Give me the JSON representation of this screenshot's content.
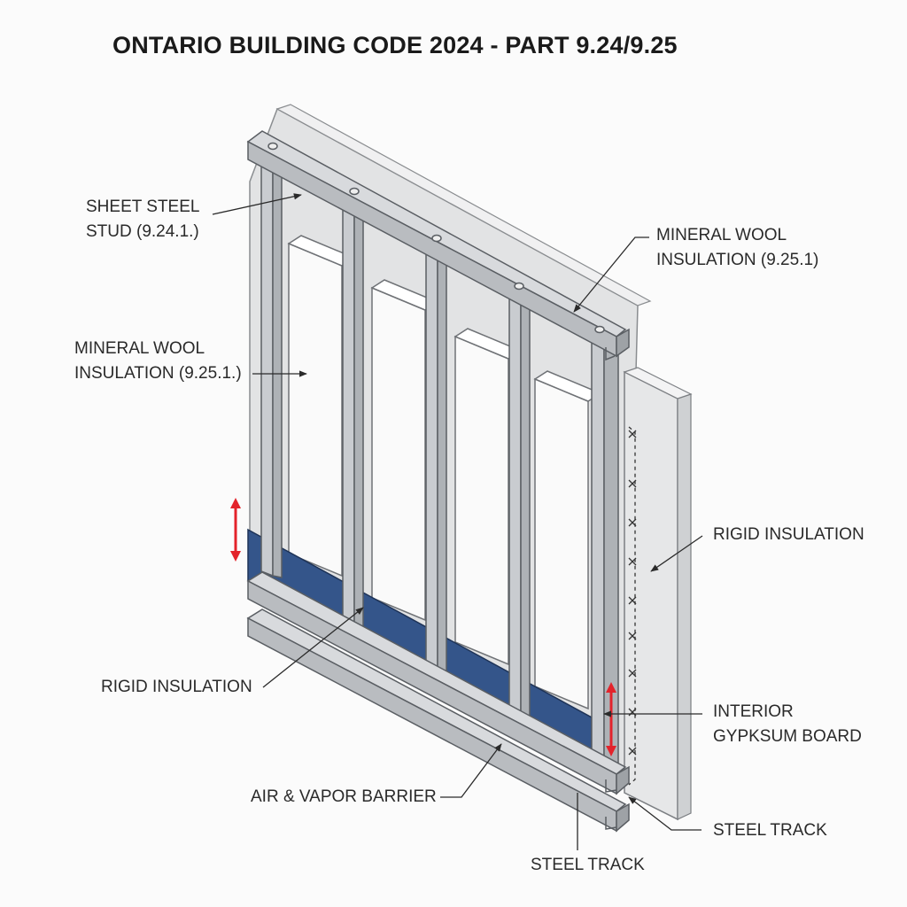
{
  "title": "ONTARIO BUILDING CODE 2024 - PART 9.24/9.25",
  "labels": {
    "sheet_steel_stud": [
      "SHEET STEEL",
      "STUD (9.24.1.)"
    ],
    "mineral_wool_left": [
      "MINERAL WOOL",
      "INSULATION (9.25.1.)"
    ],
    "mineral_wool_right": [
      "MINERAL WOOL",
      "INSULATION (9.25.1)"
    ],
    "rigid_insulation_right": "RIGID INSULATION",
    "rigid_insulation_left": "RIGID INSULATION",
    "interior_gypsum_board": [
      "INTERIOR",
      "GYPKSUM BOARD"
    ],
    "air_vapor_barrier": "AIR & VAPOR BARRIER",
    "steel_track_bottom": "STEEL TRACK",
    "steel_track_right": "STEEL TRACK"
  },
  "colors": {
    "steel": "#c9ccd0",
    "steel_edge": "#5a5e63",
    "rigid_blue": "#34558a",
    "arrow_red": "#e3232b",
    "board": "#e6e7e8"
  },
  "icons": [
    "dimension-arrow-icon",
    "dimension-arrow-icon"
  ]
}
